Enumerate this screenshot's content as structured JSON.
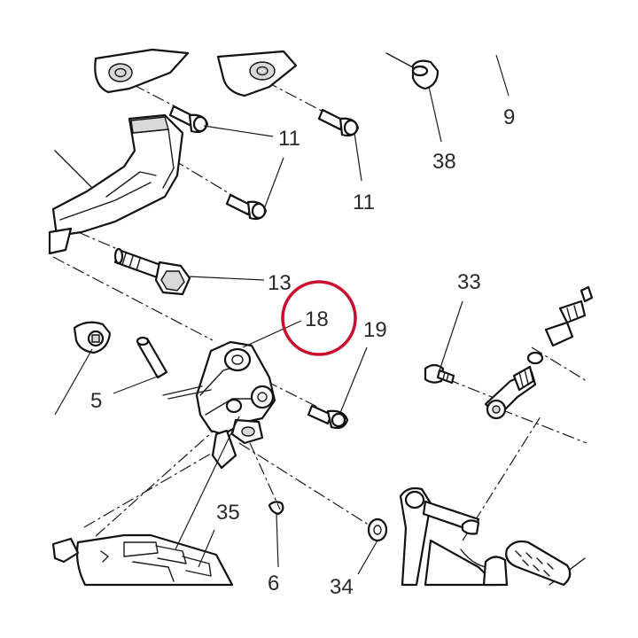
{
  "labels": {
    "l9": "9",
    "l38": "38",
    "l11a": "11",
    "l11b": "11",
    "l13": "13",
    "l33": "33",
    "l18": "18",
    "l19": "19",
    "l5": "5",
    "l35": "35",
    "l6": "6",
    "l34": "34"
  },
  "highlight": {
    "part": "18",
    "color": "#c8102e"
  }
}
